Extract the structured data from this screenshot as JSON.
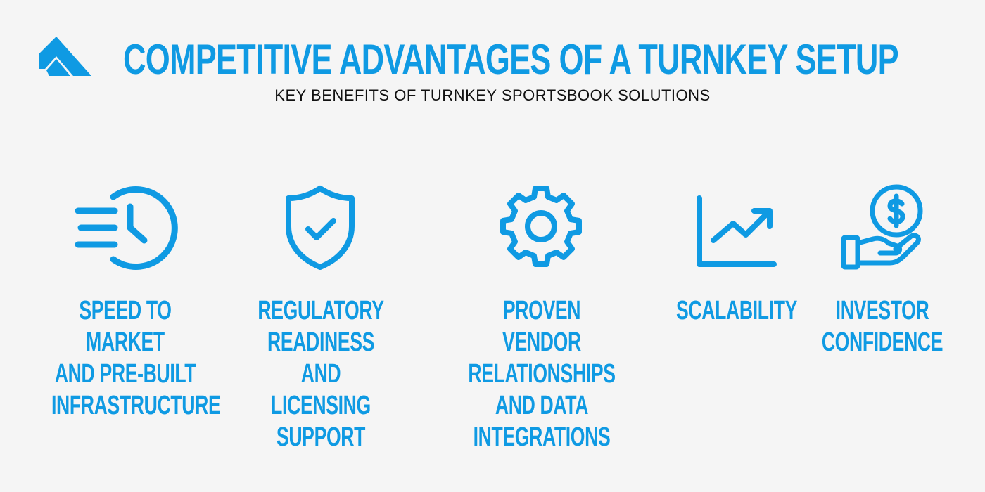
{
  "header": {
    "title": "COMPETITIVE ADVANTAGES OF A TURNKEY SETUP",
    "subtitle": "KEY BENEFITS OF TURNKEY SPORTSBOOK SOLUTIONS"
  },
  "colors": {
    "accent": "#0f9ae3",
    "text": "#111111",
    "background": "#f5f5f5"
  },
  "items": [
    {
      "icon": "fast-clock-icon",
      "label": "SPEED TO MARKET\nAND PRE-BUILT\nINFRASTRUCTURE"
    },
    {
      "icon": "shield-check-icon",
      "label": "REGULATORY\nREADINESS AND\nLICENSING SUPPORT"
    },
    {
      "icon": "gear-icon",
      "label": "PROVEN VENDOR\nRELATIONSHIPS\nAND DATA INTEGRATIONS"
    },
    {
      "icon": "growth-chart-icon",
      "label": "SCALABILITY"
    },
    {
      "icon": "hand-coin-icon",
      "label": "INVESTOR\nCONFIDENCE"
    }
  ]
}
